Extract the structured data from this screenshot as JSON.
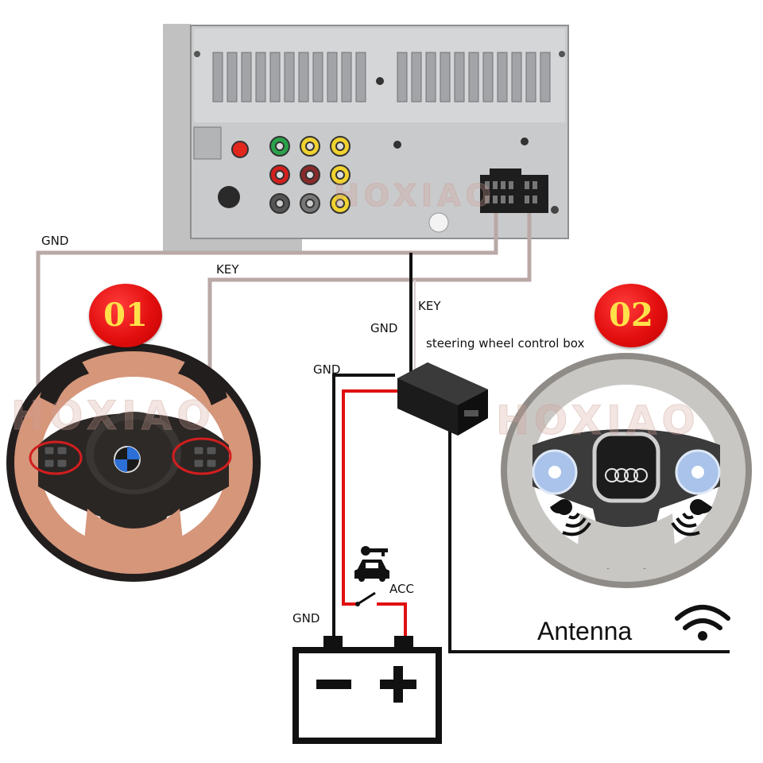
{
  "labels": {
    "gnd_top": "GND",
    "key_top": "KEY",
    "key_box": "KEY",
    "gnd_box": "GND",
    "control_box": "steering wheel control box",
    "gnd_mid": "GND",
    "acc": "ACC",
    "gnd_battery": "GND",
    "antenna": "Antenna"
  },
  "badges": {
    "first": "01",
    "second": "02"
  },
  "watermark": "HOXIAO",
  "battery": {
    "minus": "−",
    "plus": "+"
  },
  "colors": {
    "wire_gnd": "#b9a8a6",
    "wire_key": "#b9a8a6",
    "wire_black": "#111111",
    "wire_red": "#e01010",
    "badge_red": "#e30f0f",
    "badge_text": "#ffe14a",
    "wheel1_leather": "#d6967a",
    "wheel2_leather": "#c9c7c4"
  }
}
